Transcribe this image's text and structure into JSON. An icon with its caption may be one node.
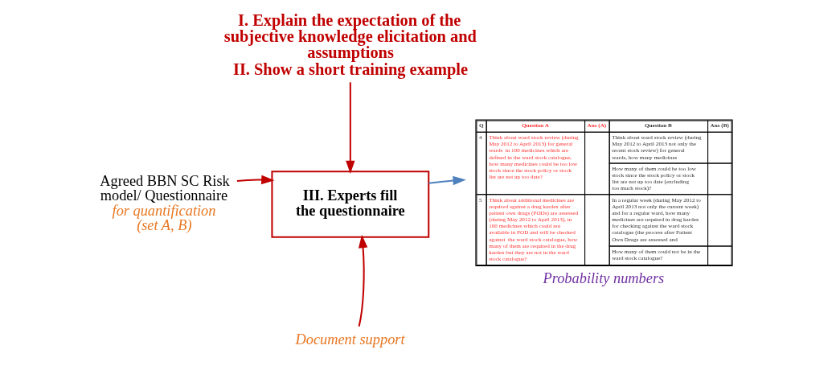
{
  "diagram": {
    "nodes": [
      {
        "text": [
          "I. Explain the expectation of the subjective knowledge elicitation and assumptions",
          "II. Show a short training example"
        ]
      },
      {
        "text": [
          "Agreed BBN SC Risk model/ Questionnaire *for quantification (set A, B)*"
        ]
      },
      {
        "text": [
          "III. Experts fill the questionnaire"
        ]
      },
      {
        "text": [
          "Q",
          "Question A",
          "Ans (A)",
          "Question B",
          "Ans (B)",
          "4",
          "Think about ward stock review (during May 2012 to April 2013) for general wards  in 100 medicines which are defined in the ward stock catalogue, how many medicines could be too low stock since the stock policy or stock list are not up too date?",
          "Think about ward stock review (during May 2012 to April 2013 not only the recent stock review) for general wards, how many medicines",
          "How many of them could be too low stock since the stock policy or stock list are not up too date (excluding too much stock)?",
          "5",
          "Think about additional medicines are required against a drug kardex after patient own drugs (PODs) are assessed (during May 2012 to April 2013), in 100 medicines which could not available in POD and will be checked against  the ward stock catalogue, how many of them are required in the drug kardex but they are not in the ward stock catalogue?",
          "In a regular week (during May 2012 to April 2013 not only the current week) and for a regular ward, how many medicines are required in drug kardex for checking against the ward stock catalogue (the process after Patient Own Drugs are assessed and",
          "How many of them could not be in the ward stock catalogue?"
        ],
        "beside": [
          "Probability numbers"
        ]
      },
      {
        "text": [
          "Document support"
        ]
      }
    ],
    "edges": [
      {
        "from": 0,
        "to": 2,
        "arrow": "to"
      },
      {
        "from": 1,
        "to": 2,
        "arrow": "to"
      },
      {
        "from": 2,
        "to": 3,
        "arrow": "to",
        "color": "#4f81bd"
      },
      {
        "from": 4,
        "to": 2,
        "arrow": "to"
      }
    ]
  }
}
